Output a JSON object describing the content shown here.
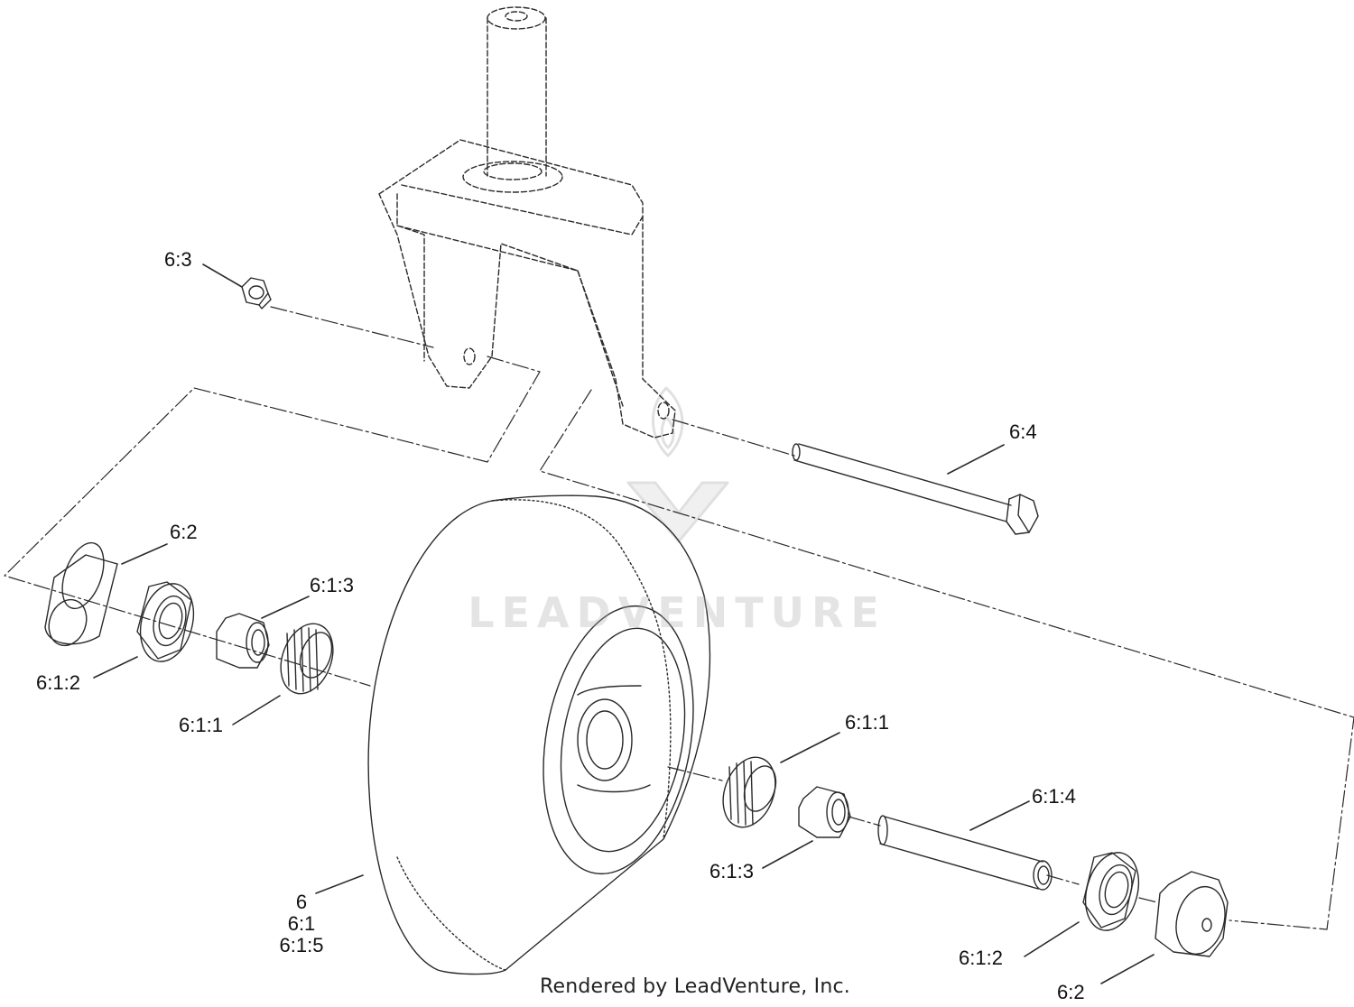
{
  "watermark": {
    "text": "LEADVENTURE"
  },
  "footer": "Rendered by LeadVenture, Inc.",
  "callouts": {
    "c63": "6:3",
    "c64": "6:4",
    "c62_top": "6:2",
    "c613_top": "6:1:3",
    "c612_left": "6:1:2",
    "c611_left": "6:1:1",
    "c611_right": "6:1:1",
    "c614": "6:1:4",
    "c613_bottom": "6:1:3",
    "c612_right": "6:1:2",
    "c62_bottom": "6:2",
    "tire": [
      "6",
      "6:1",
      "6:1:5"
    ]
  },
  "colors": {
    "line": "#2a2a2a",
    "watermark": "#b4b4b4"
  }
}
